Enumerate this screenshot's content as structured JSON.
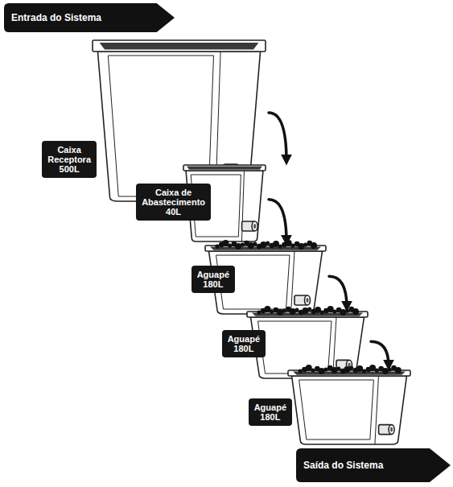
{
  "diagram": {
    "nodes": [
      {
        "text": [
          "Entrada do Sistema"
        ]
      },
      {
        "text": [
          "Caixa Receptora 500L"
        ]
      },
      {
        "text": [
          "Caixa de Abastecimento 40L"
        ]
      },
      {
        "text": [
          "Aguapé 180L"
        ]
      },
      {
        "text": [
          "Aguapé 180L"
        ]
      },
      {
        "text": [
          "Aguapé 180L"
        ]
      },
      {
        "text": [
          "Saída do Sistema"
        ]
      }
    ],
    "edges": [
      {
        "from": 1,
        "to": 2,
        "arrow": "to"
      },
      {
        "from": 2,
        "to": 3,
        "arrow": "to"
      },
      {
        "from": 3,
        "to": 4,
        "arrow": "to"
      },
      {
        "from": 4,
        "to": 5,
        "arrow": "to"
      }
    ]
  }
}
